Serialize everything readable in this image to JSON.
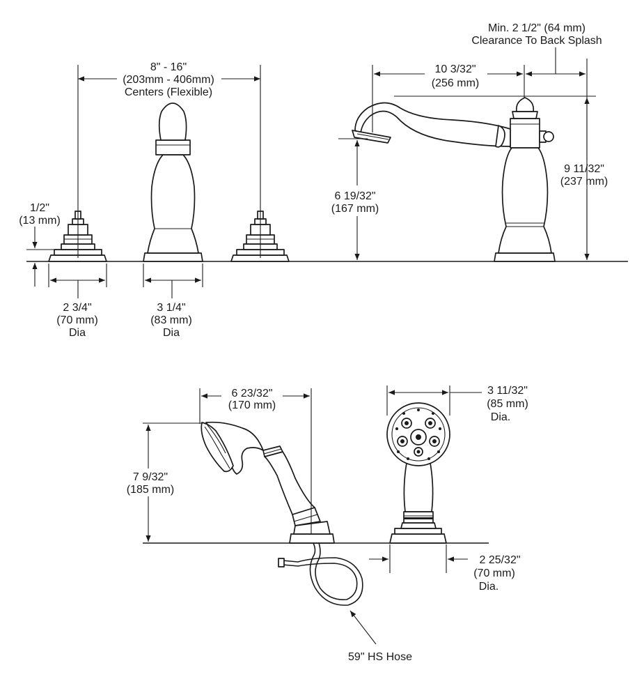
{
  "colors": {
    "ink": "#1a1a1a",
    "paper": "#ffffff"
  },
  "handles_spacing": {
    "line1": "8\" - 16\"",
    "line2": "(203mm - 406mm)",
    "line3": "Centers (Flexible)"
  },
  "valve_height": {
    "line1": "1/2\"",
    "line2": "(13 mm)"
  },
  "valve_dia": {
    "line1": "2 3/4\"",
    "line2": "(70 mm)",
    "line3": "Dia"
  },
  "spout_base_dia": {
    "line1": "3 1/4\"",
    "line2": "(83 mm)",
    "line3": "Dia"
  },
  "clearance": {
    "line1": "Min. 2 1/2\" (64 mm)",
    "line2": "Clearance To Back Splash"
  },
  "spout_reach": {
    "line1": "10 3/32\"",
    "line2": "(256 mm)"
  },
  "spout_outlet_height": {
    "line1": "6 19/32\"",
    "line2": "(167 mm)"
  },
  "spout_total_height": {
    "line1": "9 11/32\"",
    "line2": "(237 mm)"
  },
  "handshower_length": {
    "line1": "6 23/32\"",
    "line2": "(170 mm)"
  },
  "handshower_height": {
    "line1": "7 9/32\"",
    "line2": "(185 mm)"
  },
  "handshower_face_dia": {
    "line1": "3 11/32\"",
    "line2": "(85 mm)",
    "line3": "Dia."
  },
  "handshower_base_dia": {
    "line1": "2 25/32\"",
    "line2": "(70 mm)",
    "line3": "Dia."
  },
  "hose": {
    "label": "59\" HS Hose"
  }
}
